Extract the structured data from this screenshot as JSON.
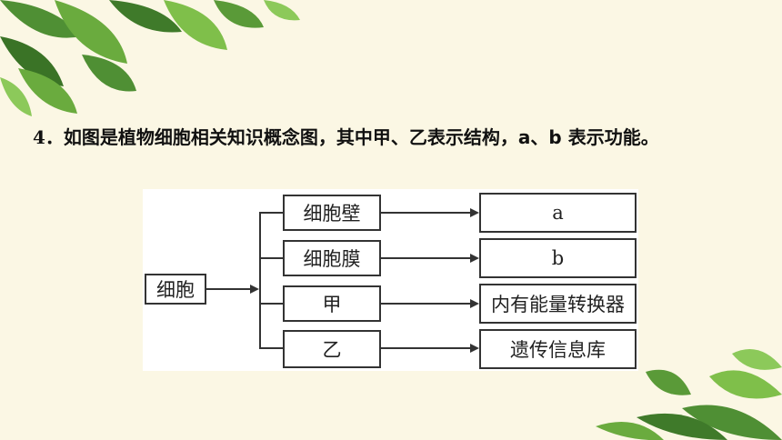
{
  "question": {
    "number": "4．",
    "text": "如图是植物细胞相关知识概念图，其中甲、乙表示结构，a、b 表示功能。"
  },
  "diagram": {
    "root": "细胞",
    "structures": [
      "细胞壁",
      "细胞膜",
      "甲",
      "乙"
    ],
    "functions": [
      "a",
      "b",
      "内有能量转换器",
      "遗传信息库"
    ]
  },
  "colors": {
    "background": "#fbf7e4",
    "leaf_dark": "#3f7a2a",
    "leaf_light": "#7fbf4a",
    "line": "#333333"
  }
}
